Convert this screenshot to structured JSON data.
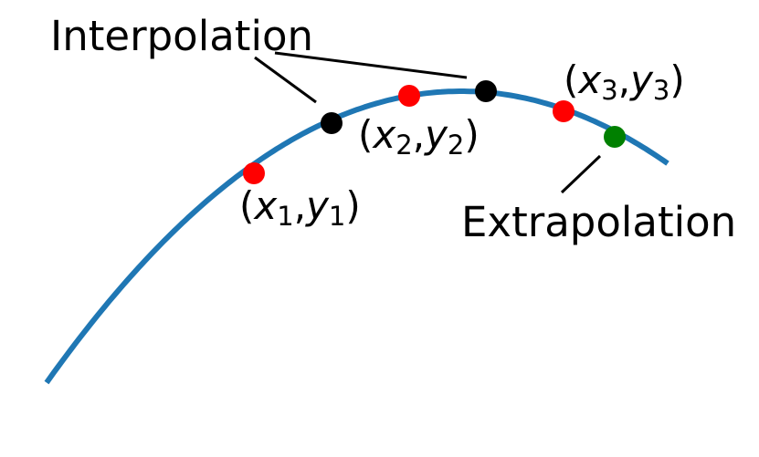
{
  "colors": {
    "background": "#ffffff",
    "curve": "#1f77b4",
    "known_point": "#ff0000",
    "interpolated_point": "#000000",
    "extrapolated_point": "#008000",
    "text": "#000000",
    "leader_line": "#000000"
  },
  "labels": {
    "interpolation": "Interpolation",
    "extrapolation": "Extrapolation"
  },
  "known_points": [
    {
      "open": "(",
      "x": "x",
      "x_sub": "1",
      "comma": ",",
      "y": "y",
      "y_sub": "1",
      "close": ")"
    },
    {
      "open": "(",
      "x": "x",
      "x_sub": "2",
      "comma": ",",
      "y": "y",
      "y_sub": "2",
      "close": ")"
    },
    {
      "open": "(",
      "x": "x",
      "x_sub": "3",
      "comma": ",",
      "y": "y",
      "y_sub": "3",
      "close": ")"
    }
  ],
  "point_roles": {
    "interpolated_count": 2,
    "extrapolated_count": 1
  }
}
